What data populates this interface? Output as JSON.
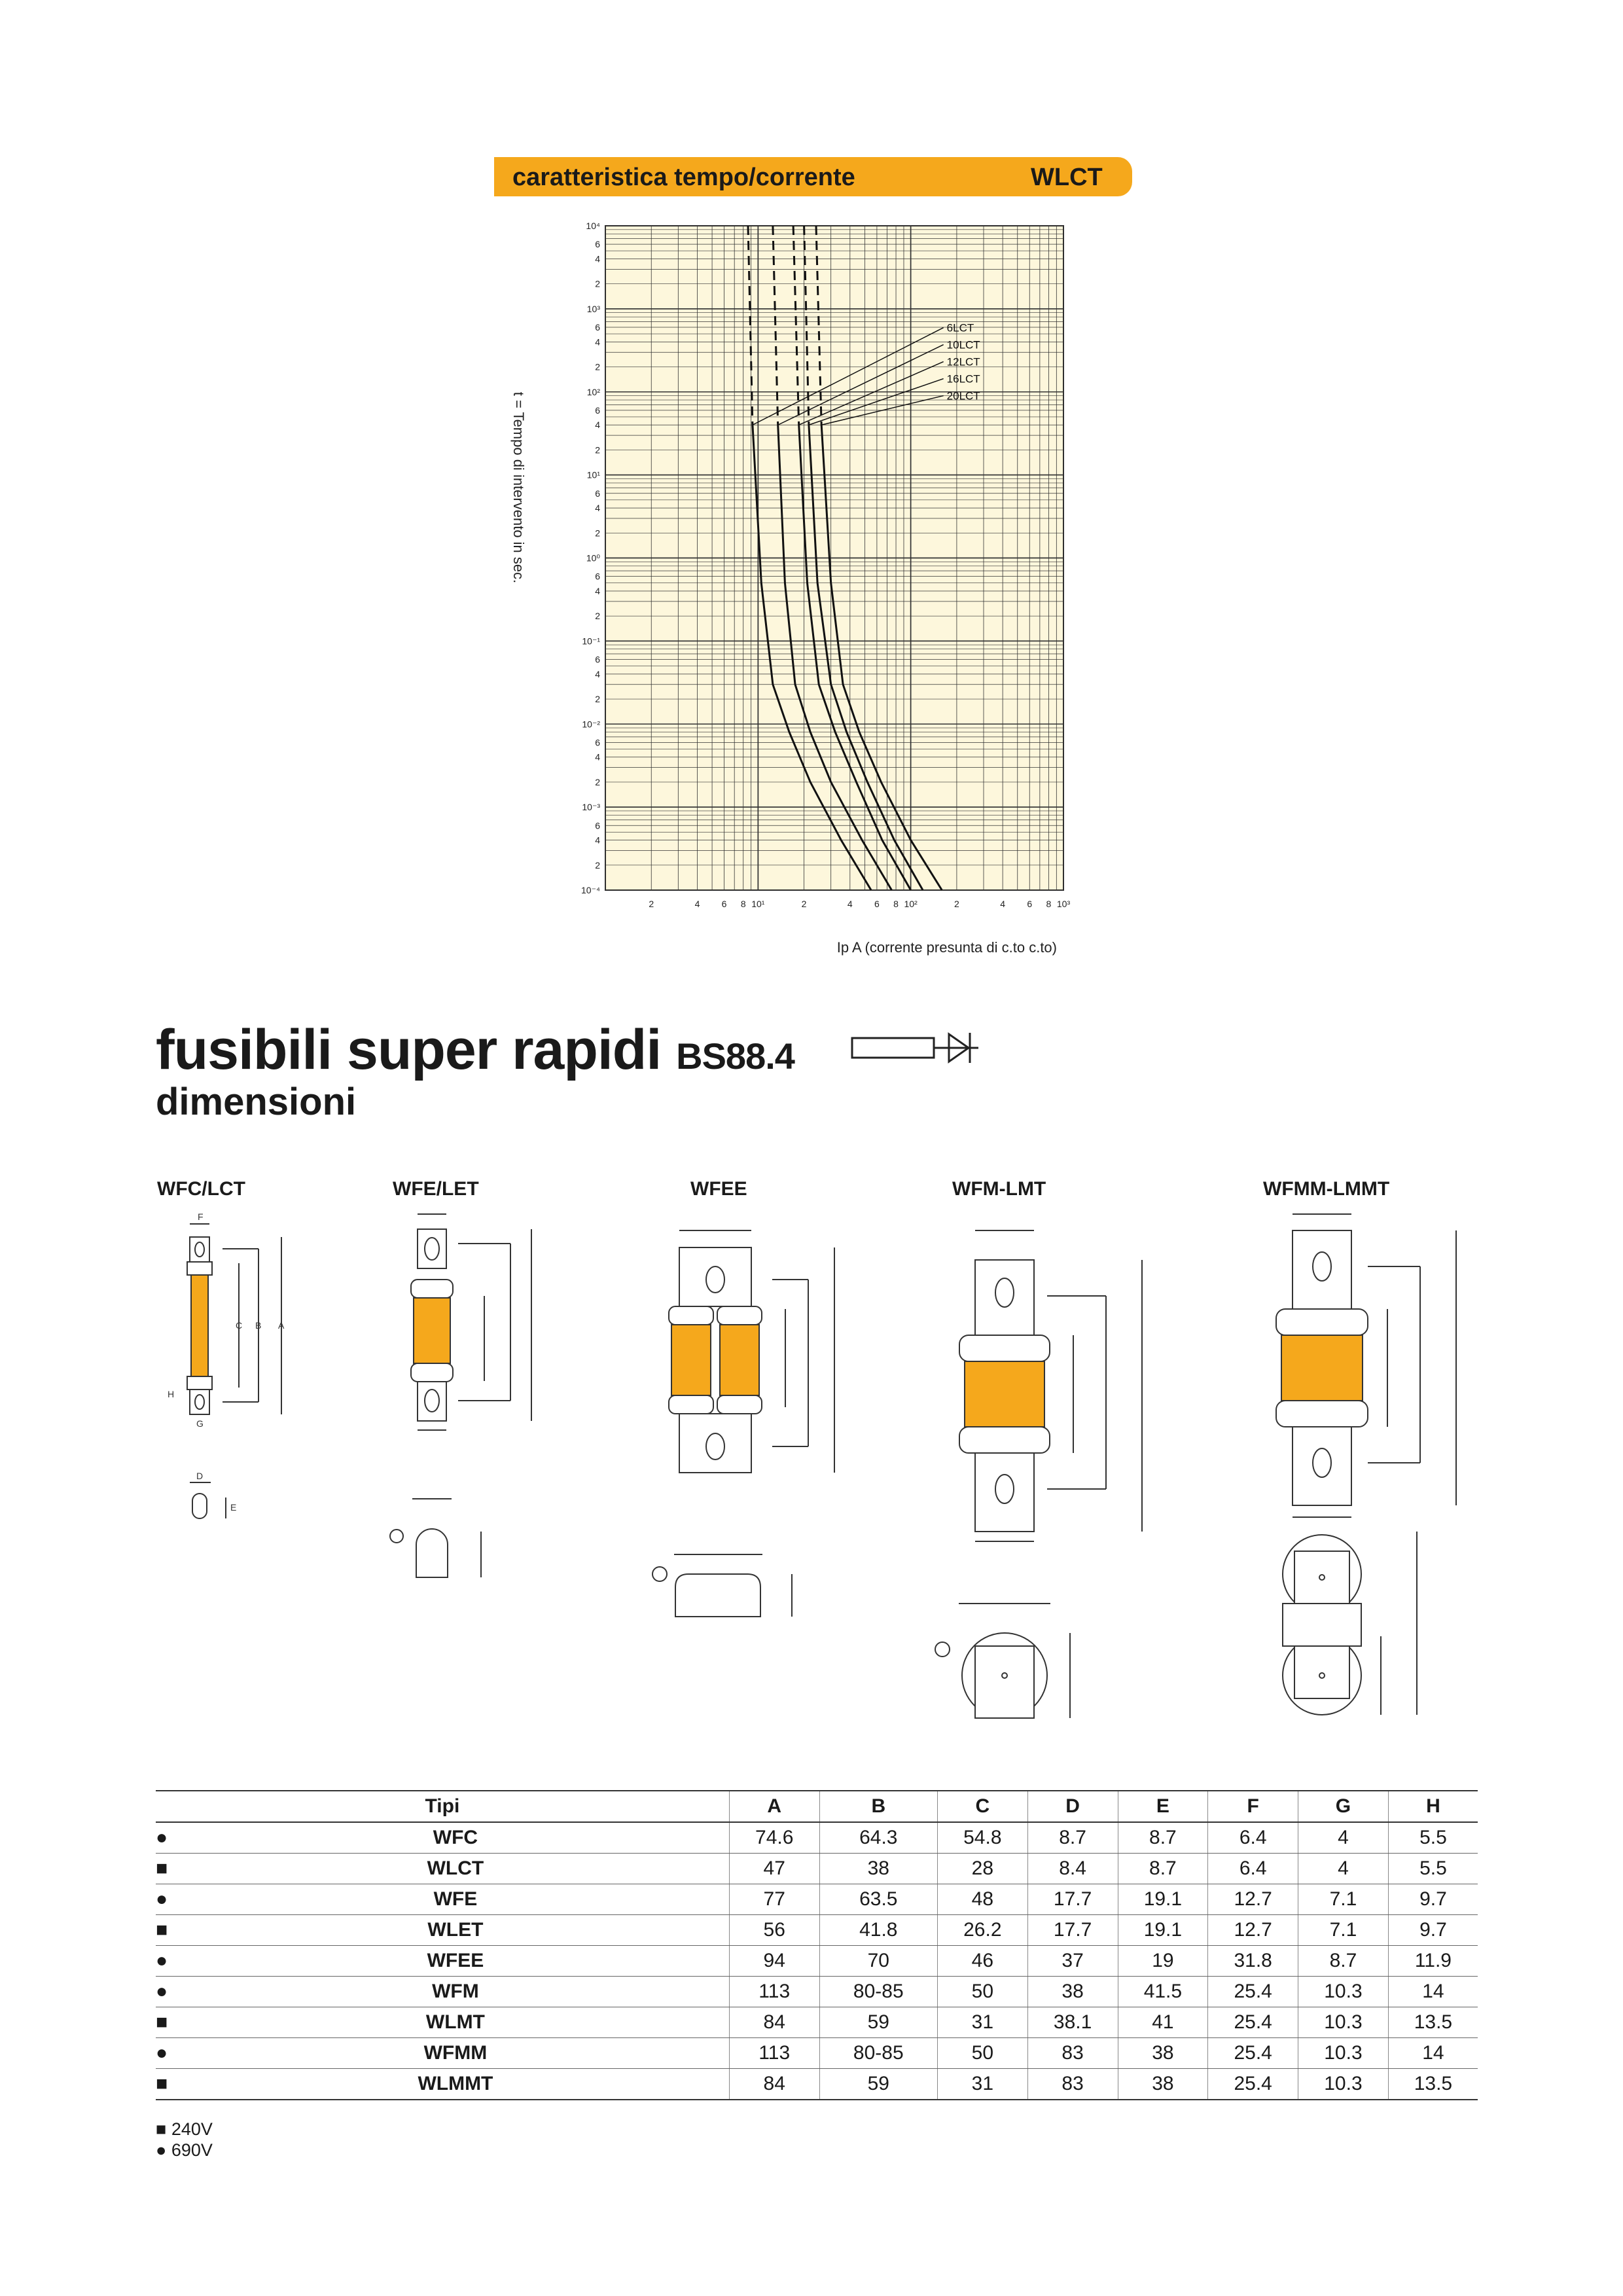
{
  "header": {
    "title": "caratteristica tempo/corrente",
    "code": "WLCT",
    "accent": "#f5a81c"
  },
  "chart_data": {
    "type": "line",
    "title": "",
    "ylabel": "t = Tempo di intervento in sec.",
    "xlabel": "Ip A (corrente presunta di c.to c.to)",
    "x_scale": "log",
    "y_scale": "log",
    "xlim": [
      1,
      1000
    ],
    "ylim": [
      0.0001,
      10000
    ],
    "x_ticks": [
      "2",
      "4",
      "6",
      "8",
      "10¹",
      "2",
      "4",
      "6",
      "8",
      "10²",
      "2",
      "4",
      "6",
      "8",
      "10³"
    ],
    "y_decades": [
      "10⁴",
      "10³",
      "10²",
      "10¹",
      "10⁰",
      "10⁻¹",
      "10⁻²",
      "10⁻³",
      "10⁻⁴"
    ],
    "y_minor": [
      "6",
      "4",
      "2"
    ],
    "plot_bg": "#fdf7dc",
    "series": [
      {
        "name": "6LCT",
        "x": [
          8.6,
          9.2,
          10.5,
          12.5,
          16,
          22,
          35,
          55
        ],
        "y": [
          10000,
          40,
          0.5,
          0.03,
          0.008,
          0.002,
          0.0004,
          0.0001
        ]
      },
      {
        "name": "10LCT",
        "x": [
          12.5,
          13.5,
          15,
          17.5,
          22,
          30,
          48,
          75
        ],
        "y": [
          10000,
          40,
          0.5,
          0.03,
          0.008,
          0.002,
          0.0004,
          0.0001
        ]
      },
      {
        "name": "12LCT",
        "x": [
          17,
          18.5,
          21,
          25,
          32,
          44,
          65,
          100
        ],
        "y": [
          10000,
          40,
          0.5,
          0.03,
          0.008,
          0.002,
          0.0004,
          0.0001
        ]
      },
      {
        "name": "16LCT",
        "x": [
          20,
          21.5,
          24.5,
          30,
          38,
          52,
          78,
          120
        ],
        "y": [
          10000,
          40,
          0.5,
          0.03,
          0.008,
          0.002,
          0.0004,
          0.0001
        ]
      },
      {
        "name": "20LCT",
        "x": [
          24,
          26,
          30,
          36,
          46,
          64,
          100,
          160
        ],
        "y": [
          10000,
          40,
          0.5,
          0.03,
          0.008,
          0.002,
          0.0004,
          0.0001
        ]
      }
    ]
  },
  "section": {
    "title": "fusibili super rapidi",
    "standard": "BS88.4",
    "subtitle": "dimensioni"
  },
  "types": [
    "WFC/LCT",
    "WFE/LET",
    "WFEE",
    "WFM-LMT",
    "WFMM-LMMT"
  ],
  "dim_letters": {
    "a": "A",
    "b": "B",
    "c": "C",
    "d": "D",
    "e": "E",
    "f": "F",
    "g": "G",
    "h": "H"
  },
  "table": {
    "headers": [
      "Tipi",
      "A",
      "B",
      "C",
      "D",
      "E",
      "F",
      "G",
      "H"
    ],
    "rows": [
      {
        "mark": "●",
        "name": "WFC",
        "vals": [
          "74.6",
          "64.3",
          "54.8",
          "8.7",
          "8.7",
          "6.4",
          "4",
          "5.5"
        ]
      },
      {
        "mark": "■",
        "name": "WLCT",
        "vals": [
          "47",
          "38",
          "28",
          "8.4",
          "8.7",
          "6.4",
          "4",
          "5.5"
        ]
      },
      {
        "mark": "●",
        "name": "WFE",
        "vals": [
          "77",
          "63.5",
          "48",
          "17.7",
          "19.1",
          "12.7",
          "7.1",
          "9.7"
        ]
      },
      {
        "mark": "■",
        "name": "WLET",
        "vals": [
          "56",
          "41.8",
          "26.2",
          "17.7",
          "19.1",
          "12.7",
          "7.1",
          "9.7"
        ]
      },
      {
        "mark": "●",
        "name": "WFEE",
        "vals": [
          "94",
          "70",
          "46",
          "37",
          "19",
          "31.8",
          "8.7",
          "11.9"
        ]
      },
      {
        "mark": "●",
        "name": "WFM",
        "vals": [
          "113",
          "80-85",
          "50",
          "38",
          "41.5",
          "25.4",
          "10.3",
          "14"
        ]
      },
      {
        "mark": "■",
        "name": "WLMT",
        "vals": [
          "84",
          "59",
          "31",
          "38.1",
          "41",
          "25.4",
          "10.3",
          "13.5"
        ]
      },
      {
        "mark": "●",
        "name": "WFMM",
        "vals": [
          "113",
          "80-85",
          "50",
          "83",
          "38",
          "25.4",
          "10.3",
          "14"
        ]
      },
      {
        "mark": "■",
        "name": "WLMMT",
        "vals": [
          "84",
          "59",
          "31",
          "83",
          "38",
          "25.4",
          "10.3",
          "13.5"
        ]
      }
    ]
  },
  "legend": [
    {
      "mark": "■",
      "label": "240V"
    },
    {
      "mark": "●",
      "label": "690V"
    }
  ]
}
